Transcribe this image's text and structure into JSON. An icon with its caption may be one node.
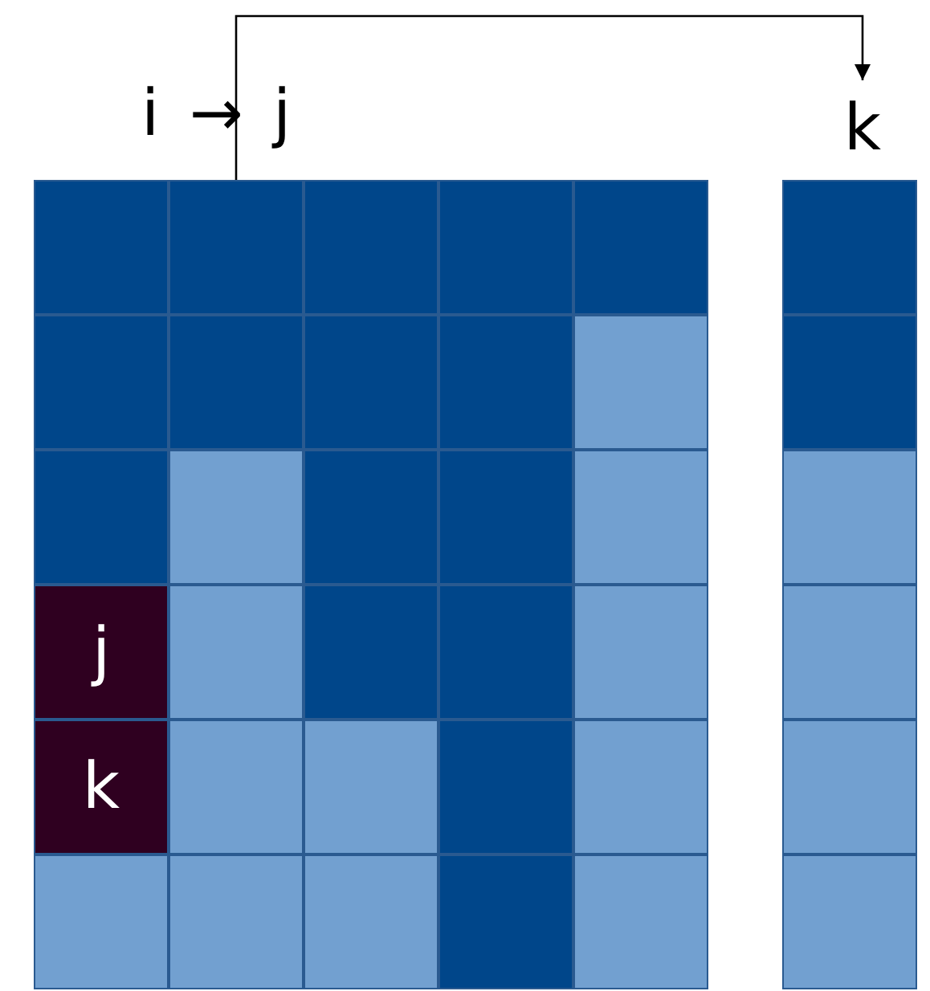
{
  "diagram": {
    "nodes": [
      {
        "text": [
          "k"
        ]
      },
      {
        "text": [],
        "shape": "box"
      },
      {
        "text": [],
        "shape": "box"
      },
      {
        "text": [],
        "shape": "box"
      },
      {
        "text": [],
        "shape": "box"
      },
      {
        "text": [],
        "shape": "box"
      },
      {
        "text": [],
        "shape": "box"
      },
      {
        "text": [],
        "shape": "box"
      },
      {
        "text": [],
        "shape": "box"
      },
      {
        "text": [],
        "shape": "box"
      },
      {
        "text": [],
        "shape": "box"
      },
      {
        "text": [],
        "shape": "box"
      },
      {
        "text": [],
        "shape": "box"
      },
      {
        "text": [],
        "shape": "box"
      },
      {
        "text": [],
        "shape": "box"
      },
      {
        "text": [],
        "shape": "box"
      },
      {
        "text": [],
        "shape": "box"
      },
      {
        "text": [],
        "shape": "box"
      },
      {
        "text": [],
        "shape": "box"
      },
      {
        "text": [
          "j"
        ]
      },
      {
        "text": [],
        "shape": "box"
      },
      {
        "text": [],
        "shape": "box"
      },
      {
        "text": [],
        "shape": "box"
      },
      {
        "text": [],
        "shape": "box"
      },
      {
        "text": [],
        "shape": "box"
      },
      {
        "text": [
          "k"
        ]
      },
      {
        "text": [],
        "shape": "box"
      },
      {
        "text": [],
        "shape": "box"
      },
      {
        "text": [],
        "shape": "box"
      },
      {
        "text": [],
        "shape": "box"
      },
      {
        "text": [],
        "shape": "box"
      },
      {
        "text": [],
        "shape": "box"
      },
      {
        "text": [],
        "shape": "box"
      },
      {
        "text": [],
        "shape": "box"
      },
      {
        "text": [],
        "shape": "box"
      },
      {
        "text": [],
        "shape": "box"
      },
      {
        "text": [],
        "shape": "box"
      }
    ],
    "edges": [
      {
        "from": 2,
        "to": 0,
        "arrow": "to"
      }
    ],
    "labels": [
      "i → j"
    ]
  }
}
